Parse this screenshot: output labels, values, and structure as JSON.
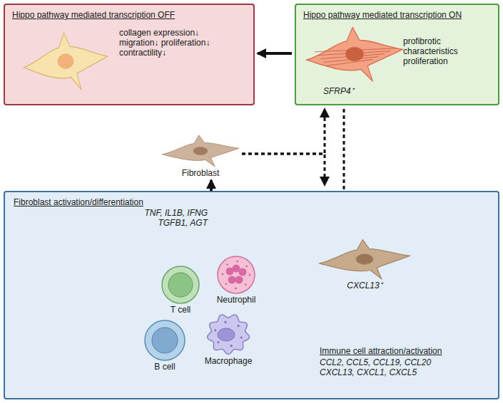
{
  "diagram": {
    "nodes": [
      {
        "text": [
          "Hippo pathway mediated transcription OFF",
          "collagen expression↓ migration↓ proliferation↓ contractility↓"
        ]
      },
      {
        "text": [
          "Hippo pathway mediated transcription ON",
          "profibrotic characteristics proliferation",
          "SFRP4⁺"
        ]
      },
      {
        "text": [
          "Fibroblast"
        ]
      },
      {
        "text": [
          "Fibroblast activation/differentiation",
          "TNF, IL1B, IFNG TGFB1, AGT",
          "Immune cell attraction/activation",
          "CCL2, CCL5, CCL19, CCL20 CXCL13, CXCL1, CXCL5"
        ]
      },
      {
        "text": [
          "T cell"
        ],
        "in": 3
      },
      {
        "text": [
          "Neutrophil"
        ],
        "in": 3
      },
      {
        "text": [
          "B cell"
        ],
        "in": 3
      },
      {
        "text": [
          "Macrophage"
        ],
        "in": 3
      },
      {
        "text": [
          "CXCL13⁺"
        ],
        "in": 3
      }
    ],
    "edges": [
      {
        "from": 1,
        "to": 0,
        "arrow": "to"
      },
      {
        "from": 2,
        "to": 1,
        "arrow": "to"
      },
      {
        "from": 2,
        "to": 3,
        "arrow": "to"
      },
      {
        "from": 1,
        "to": 8,
        "arrow": "to"
      },
      {
        "from": 3,
        "to": 2,
        "arrow": "to"
      },
      {
        "from": 8,
        "to": 7,
        "arrow": "to"
      }
    ]
  }
}
